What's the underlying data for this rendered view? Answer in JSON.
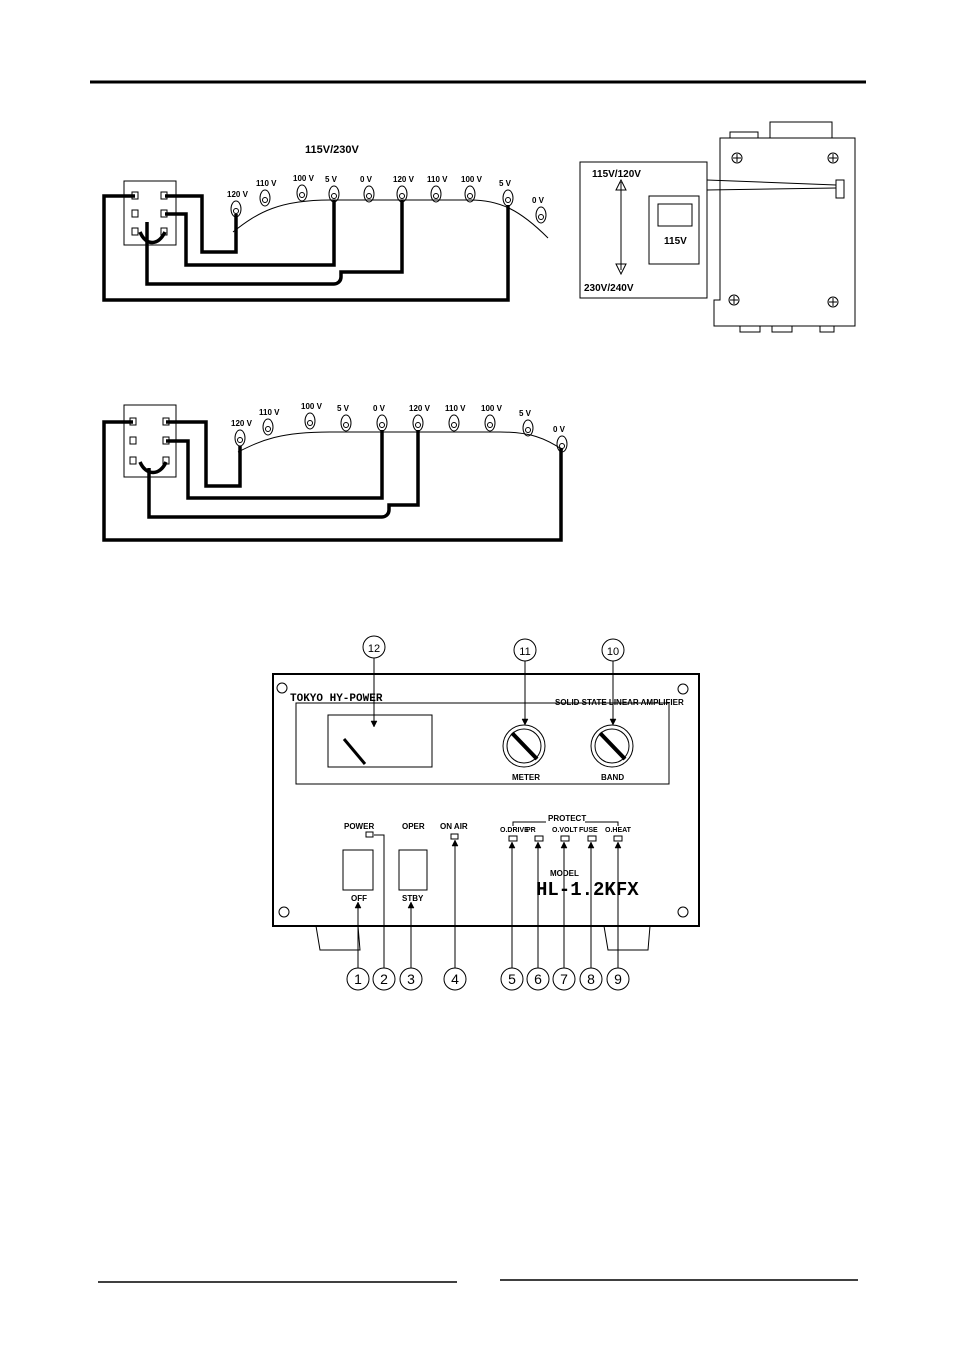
{
  "voltage_selector": {
    "heading": "115V/230V",
    "diagram_a_taps": [
      "120 V",
      "110 V",
      "100 V",
      "5 V",
      "0 V",
      "120 V",
      "110 V",
      "100 V",
      "5 V",
      "0 V"
    ],
    "diagram_b_taps": [
      "120 V",
      "110 V",
      "100 V",
      "5 V",
      "0 V",
      "120 V",
      "110 V",
      "100 V",
      "5 V",
      "0 V"
    ],
    "switch_top_label": "115V/120V",
    "switch_bottom_label": "230V/240V",
    "switch_setting": "115V"
  },
  "front_panel": {
    "brand": "TOKYO HY-POWER",
    "product_type": "SOLID STATE LINEAR AMPLIFIER",
    "knob_meter_label": "METER",
    "knob_band_label": "BAND",
    "power_label": "POWER",
    "off_label": "OFF",
    "oper_label": "OPER",
    "stby_label": "STBY",
    "on_air_label": "ON AIR",
    "protect_label": "PROTECT",
    "protect_indicators": [
      "O.DRIVE",
      "PR",
      "O.VOLT",
      "FUSE",
      "O.HEAT"
    ],
    "model_label": "MODEL",
    "model_name": "HL-1.2KFX",
    "callouts": [
      "1",
      "2",
      "3",
      "4",
      "5",
      "6",
      "7",
      "8",
      "9",
      "10",
      "11",
      "12"
    ]
  }
}
